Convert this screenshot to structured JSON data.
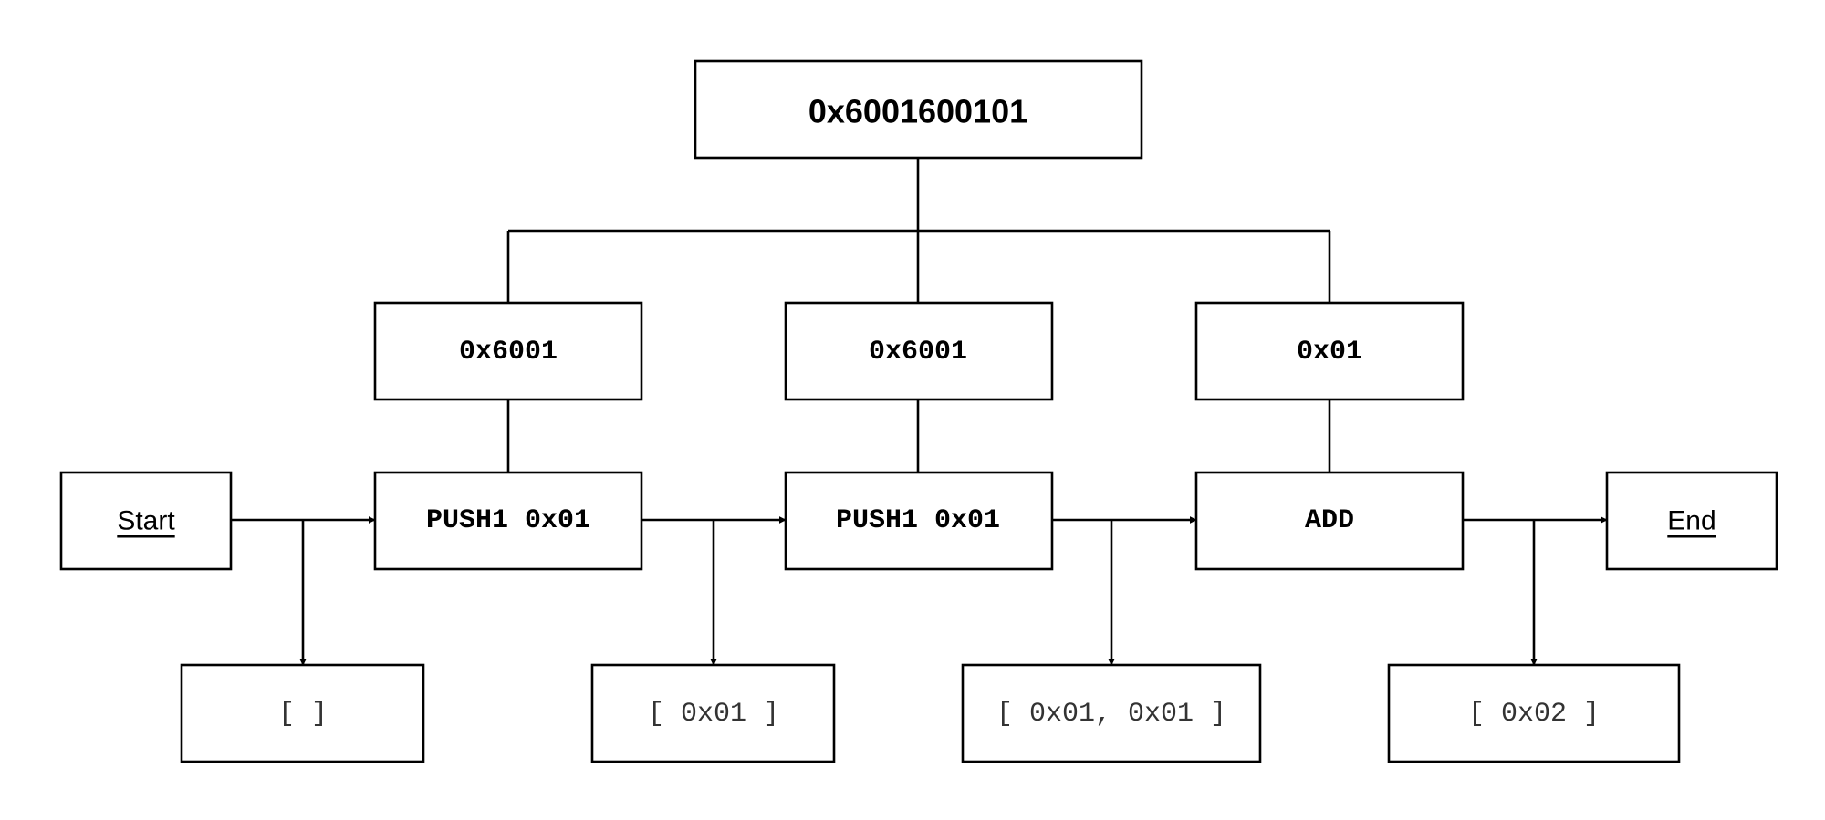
{
  "root": {
    "label": "0x6001600101"
  },
  "chunks": [
    {
      "label": "0x6001"
    },
    {
      "label": "0x6001"
    },
    {
      "label": "0x01"
    }
  ],
  "terminals": {
    "start": "Start",
    "end": "End"
  },
  "instructions": [
    {
      "label": "PUSH1 0x01"
    },
    {
      "label": "PUSH1 0x01"
    },
    {
      "label": "ADD"
    }
  ],
  "stacks": [
    {
      "label": "[ ]"
    },
    {
      "label": "[ 0x01 ]"
    },
    {
      "label": "[ 0x01, 0x01 ]"
    },
    {
      "label": "[ 0x02 ]"
    }
  ],
  "colors": {
    "stroke": "#000000",
    "background": "#ffffff"
  }
}
